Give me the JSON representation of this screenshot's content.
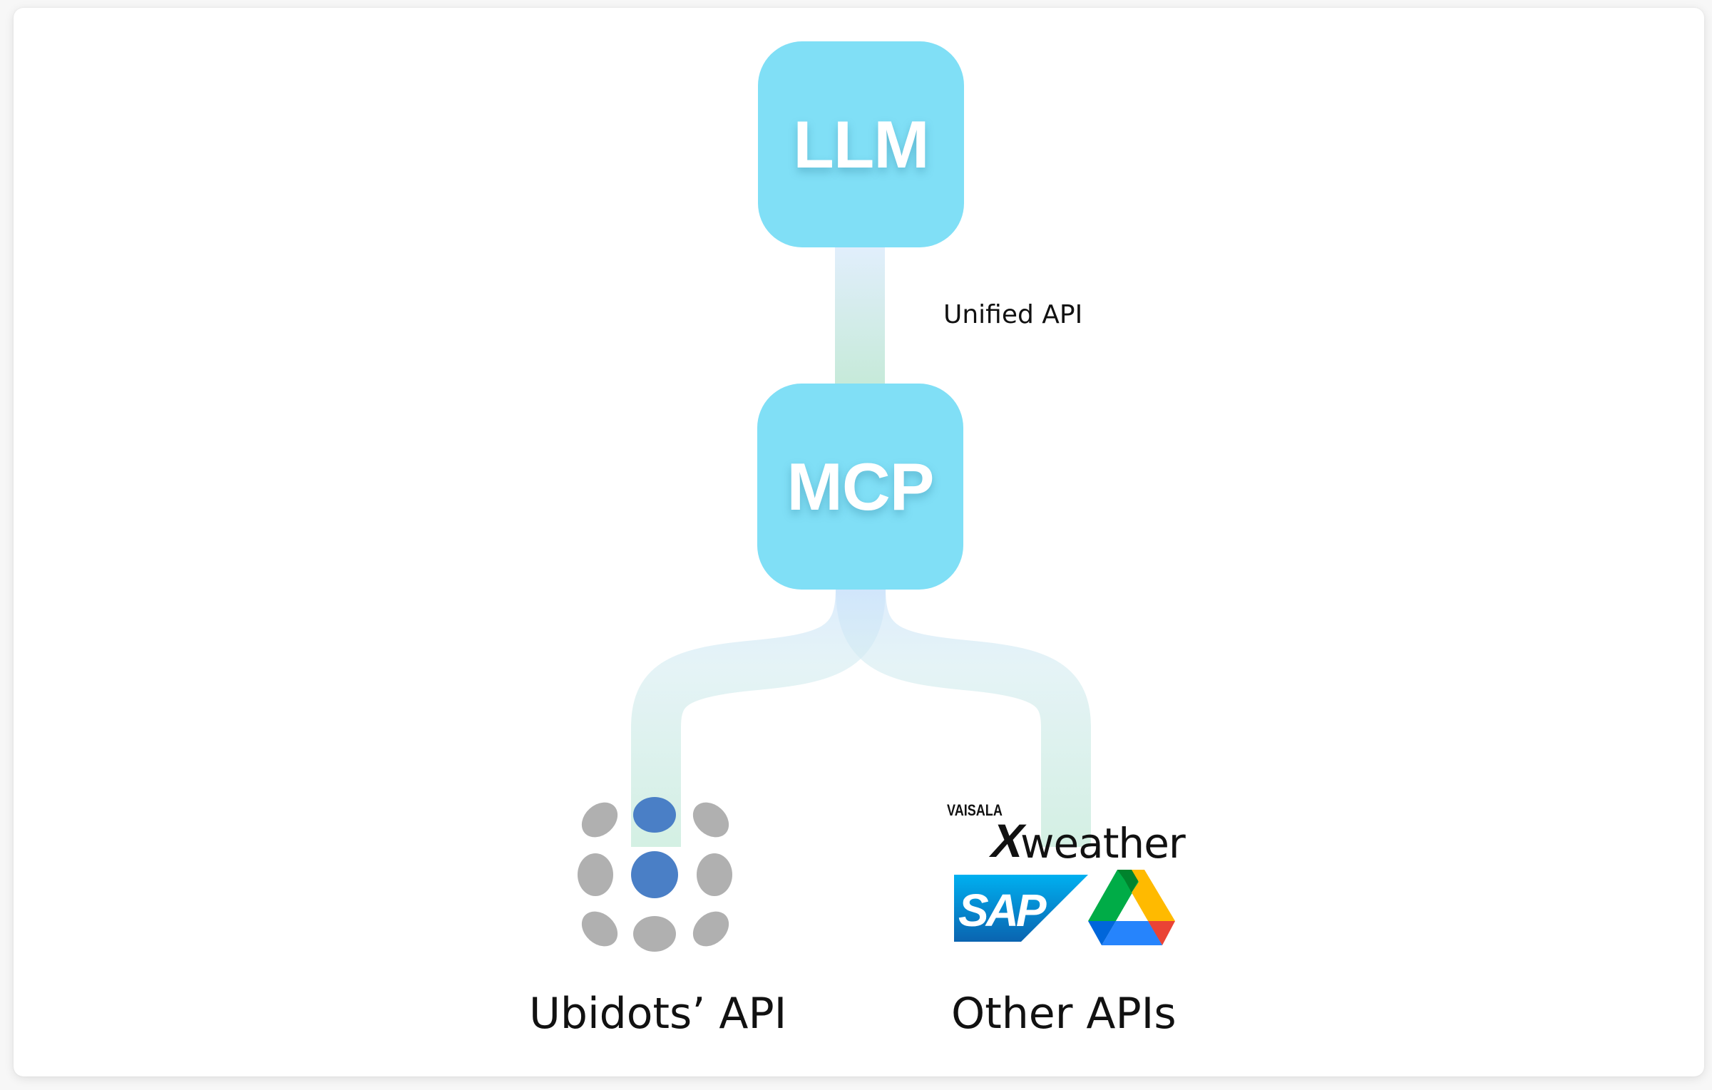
{
  "diagram": {
    "nodes": {
      "llm": {
        "label": "LLM"
      },
      "mcp": {
        "label": "MCP"
      }
    },
    "edge_labels": {
      "llm_to_mcp": "Unified API"
    },
    "targets": {
      "ubidots": {
        "label": "Ubidots’ API",
        "logo": "ubidots-dots-logo"
      },
      "other": {
        "label": "Other APIs",
        "logos": [
          {
            "name": "vaisala-xweather-logo",
            "brand_top": "VAISALA",
            "brand_x": "X",
            "brand_rest": "weather"
          },
          {
            "name": "sap-logo",
            "text": "SAP"
          },
          {
            "name": "google-drive-logo"
          }
        ]
      }
    },
    "colors": {
      "node_fill": "#80dff6",
      "node_text": "#ffffff",
      "connector_top": "#d6e8fb",
      "connector_bottom": "#c5ead9",
      "ubidots_blue": "#4a7fc6",
      "ubidots_gray": "#b0b0b0",
      "sap_top": "#00aeef",
      "sap_bottom": "#0a6ab6"
    }
  }
}
